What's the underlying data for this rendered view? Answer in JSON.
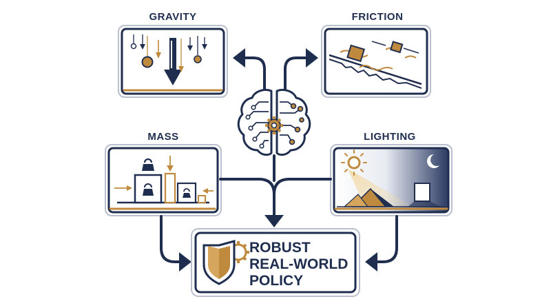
{
  "labels": {
    "gravity": "GRAVITY",
    "friction": "FRICTION",
    "mass": "MASS",
    "lighting": "LIGHTING"
  },
  "result": {
    "line1": "ROBUST",
    "line2": "REAL-WORLD",
    "line3": "POLICY"
  },
  "colors": {
    "navy": "#1f2d4f",
    "gold": "#c08a3e",
    "border_gray": "#b9bfcc",
    "background": "#ffffff"
  },
  "icons": {
    "center": "brain-circuit-icon",
    "result": "shield-gear-icon"
  }
}
